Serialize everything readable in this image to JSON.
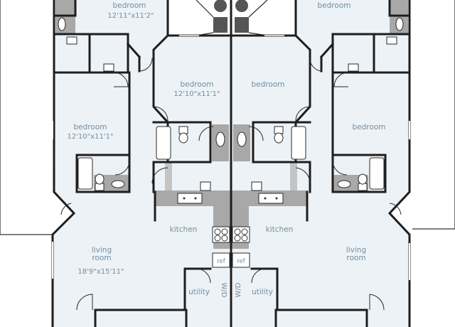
{
  "rooms": {
    "bedroom_top_left": "bedroom",
    "bedroom_top_left_dim": "12'11\"x11'2\"",
    "bedroom_top_right": "bedroom",
    "bedroom_center_left": "bedroom",
    "bedroom_center_left_dim": "12'10\"x11'1\"",
    "bedroom_center_right": "bedroom",
    "bedroom_mid_left": "bedroom",
    "bedroom_mid_left_dim": "12'10\"x11'1\"",
    "bedroom_mid_right": "bedroom",
    "kitchen_left": "kitchen",
    "kitchen_right": "kitchen",
    "living_left_line1": "living",
    "living_left_line2": "room",
    "living_left_dim": "18'9\"x15'11\"",
    "living_right_line1": "living",
    "living_right_line2": "room",
    "utility_left": "utility",
    "utility_right": "utility",
    "wd_left": "W/D",
    "wd_right": "W/D",
    "ref_left": "ref",
    "ref_right": "ref"
  },
  "colors": {
    "floor": "#edf2f6",
    "counter": "#a8a8a8",
    "wall": "#1e1e1e",
    "label": "#6f8fa3",
    "appliance_dark": "#555555"
  }
}
